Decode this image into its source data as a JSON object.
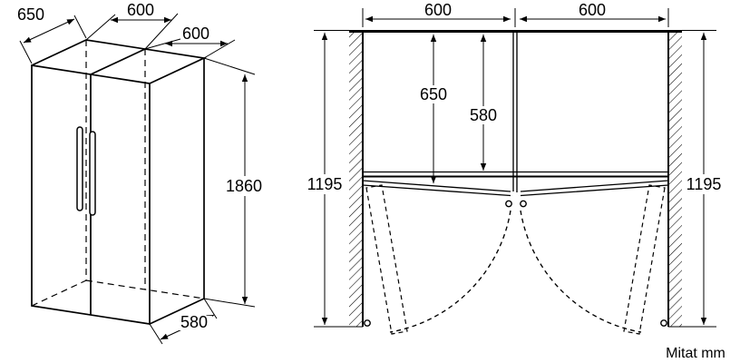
{
  "note": "Mitat mm",
  "iso": {
    "depth_top": "650",
    "width_left": "600",
    "width_right": "600",
    "height": "1860",
    "depth_bottom": "580"
  },
  "plan": {
    "width_left": "600",
    "width_right": "600",
    "depth_with_door": "650",
    "depth_body": "580",
    "clearance_left": "1195",
    "clearance_right": "1195"
  }
}
